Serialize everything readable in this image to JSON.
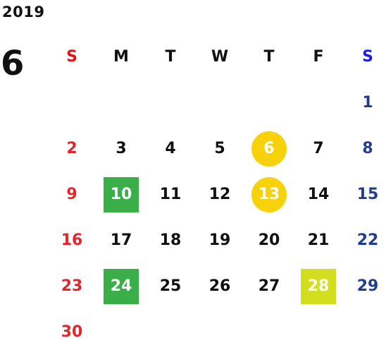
{
  "calendar": {
    "year": "2019",
    "month": "6",
    "weekdays": [
      "S",
      "M",
      "T",
      "W",
      "T",
      "F",
      "S"
    ],
    "weekday_colors": [
      "#e01414",
      "#111111",
      "#111111",
      "#111111",
      "#111111",
      "#111111",
      "#1c1ce6"
    ],
    "column_colors": [
      "#e3262c",
      "#111111",
      "#111111",
      "#111111",
      "#111111",
      "#111111",
      "#1f3e8e"
    ],
    "weeks": [
      [
        "",
        "",
        "",
        "",
        "",
        "",
        "1"
      ],
      [
        "2",
        "3",
        "4",
        "5",
        "6",
        "7",
        "8"
      ],
      [
        "9",
        "10",
        "11",
        "12",
        "13",
        "14",
        "15"
      ],
      [
        "16",
        "17",
        "18",
        "19",
        "20",
        "21",
        "22"
      ],
      [
        "23",
        "24",
        "25",
        "26",
        "27",
        "28",
        "29"
      ],
      [
        "30",
        "",
        "",
        "",
        "",
        "",
        ""
      ]
    ],
    "highlights": {
      "6": {
        "shape": "circle",
        "color": "#f7d20a"
      },
      "13": {
        "shape": "circle",
        "color": "#f7d20a"
      },
      "10": {
        "shape": "square",
        "color": "#3aae48"
      },
      "24": {
        "shape": "square",
        "color": "#3aae48"
      },
      "28": {
        "shape": "square",
        "color": "#d3de1e"
      }
    }
  }
}
